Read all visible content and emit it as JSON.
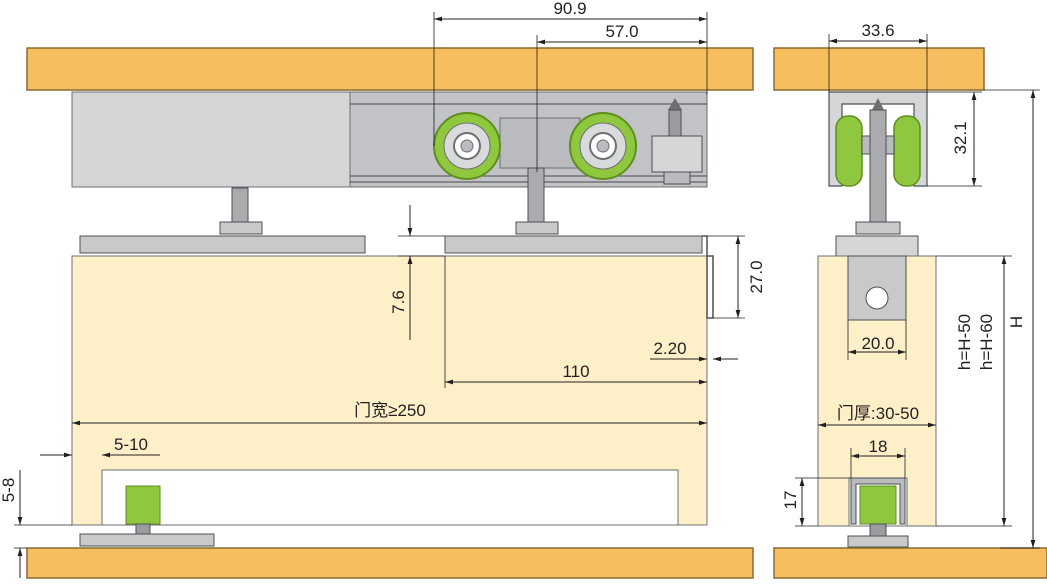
{
  "colors": {
    "wood": "#f6be5e",
    "wood_edge": "#8a6a30",
    "door": "#fdf0c8",
    "track_body": "#d5d6d8",
    "metal": "#b9bbbe",
    "metal_dark": "#6d6f72",
    "wheel_green": "#8fc73e",
    "wheel_green_dark": "#5e8f1e",
    "ink": "#231f20"
  },
  "front_view": {
    "dimensions": {
      "roller_span": "90.9",
      "roller_offset": "57.0",
      "gap": "7.6",
      "bracket_height": "27.0",
      "bracket_offset": "2.20",
      "bracket_width": "110",
      "door_width": "门宽≥250",
      "guide_offset": "5-10",
      "floor_gap": "5-8"
    }
  },
  "side_view": {
    "dimensions": {
      "track_width": "33.6",
      "track_height": "32.1",
      "bracket_width": "20.0",
      "door_thickness": "门厚:30-50",
      "guide_width": "18",
      "guide_depth": "17",
      "door_height_a": "h=H-50",
      "door_height_b": "h=H-60",
      "total_height": "H"
    }
  }
}
